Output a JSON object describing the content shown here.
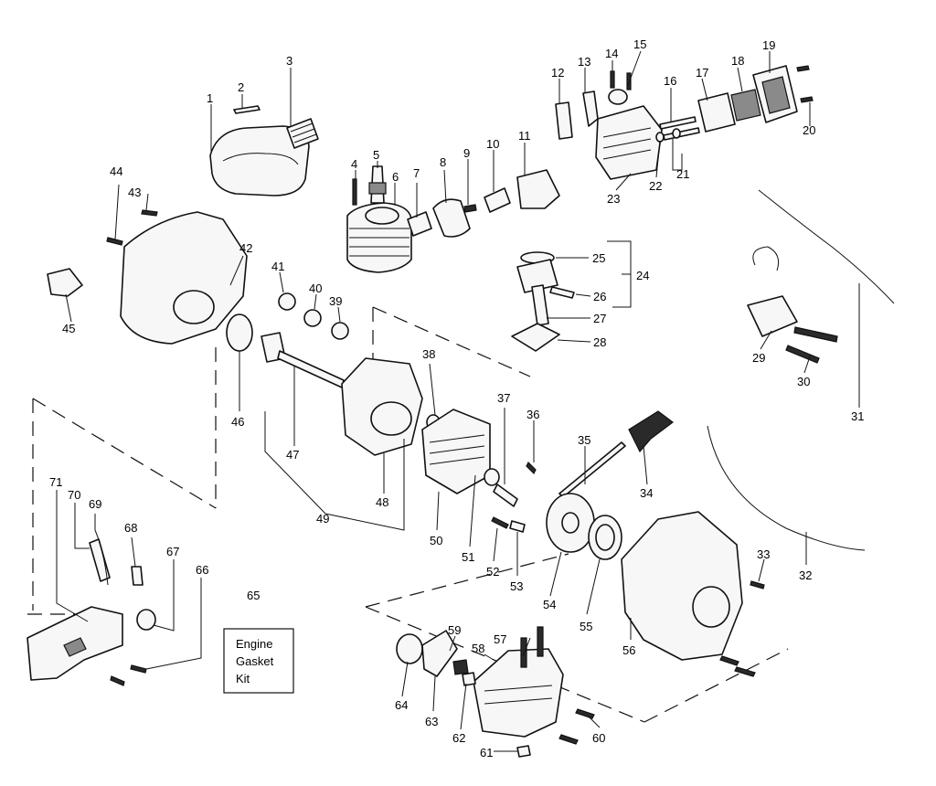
{
  "callouts": [
    "1",
    "2",
    "3",
    "4",
    "5",
    "6",
    "7",
    "8",
    "9",
    "10",
    "11",
    "12",
    "13",
    "14",
    "15",
    "16",
    "17",
    "18",
    "19",
    "20",
    "21",
    "22",
    "23",
    "24",
    "25",
    "26",
    "27",
    "28",
    "29",
    "30",
    "31",
    "32",
    "33",
    "34",
    "35",
    "36",
    "37",
    "38",
    "39",
    "40",
    "41",
    "42",
    "43",
    "44",
    "45",
    "46",
    "47",
    "48",
    "49",
    "50",
    "51",
    "52",
    "53",
    "54",
    "55",
    "56",
    "57",
    "58",
    "59",
    "60",
    "61",
    "62",
    "63",
    "64",
    "65",
    "66",
    "67",
    "68",
    "69",
    "70",
    "71"
  ],
  "kit_box": {
    "line1": "Engine",
    "line2": "Gasket",
    "line3": "Kit"
  }
}
